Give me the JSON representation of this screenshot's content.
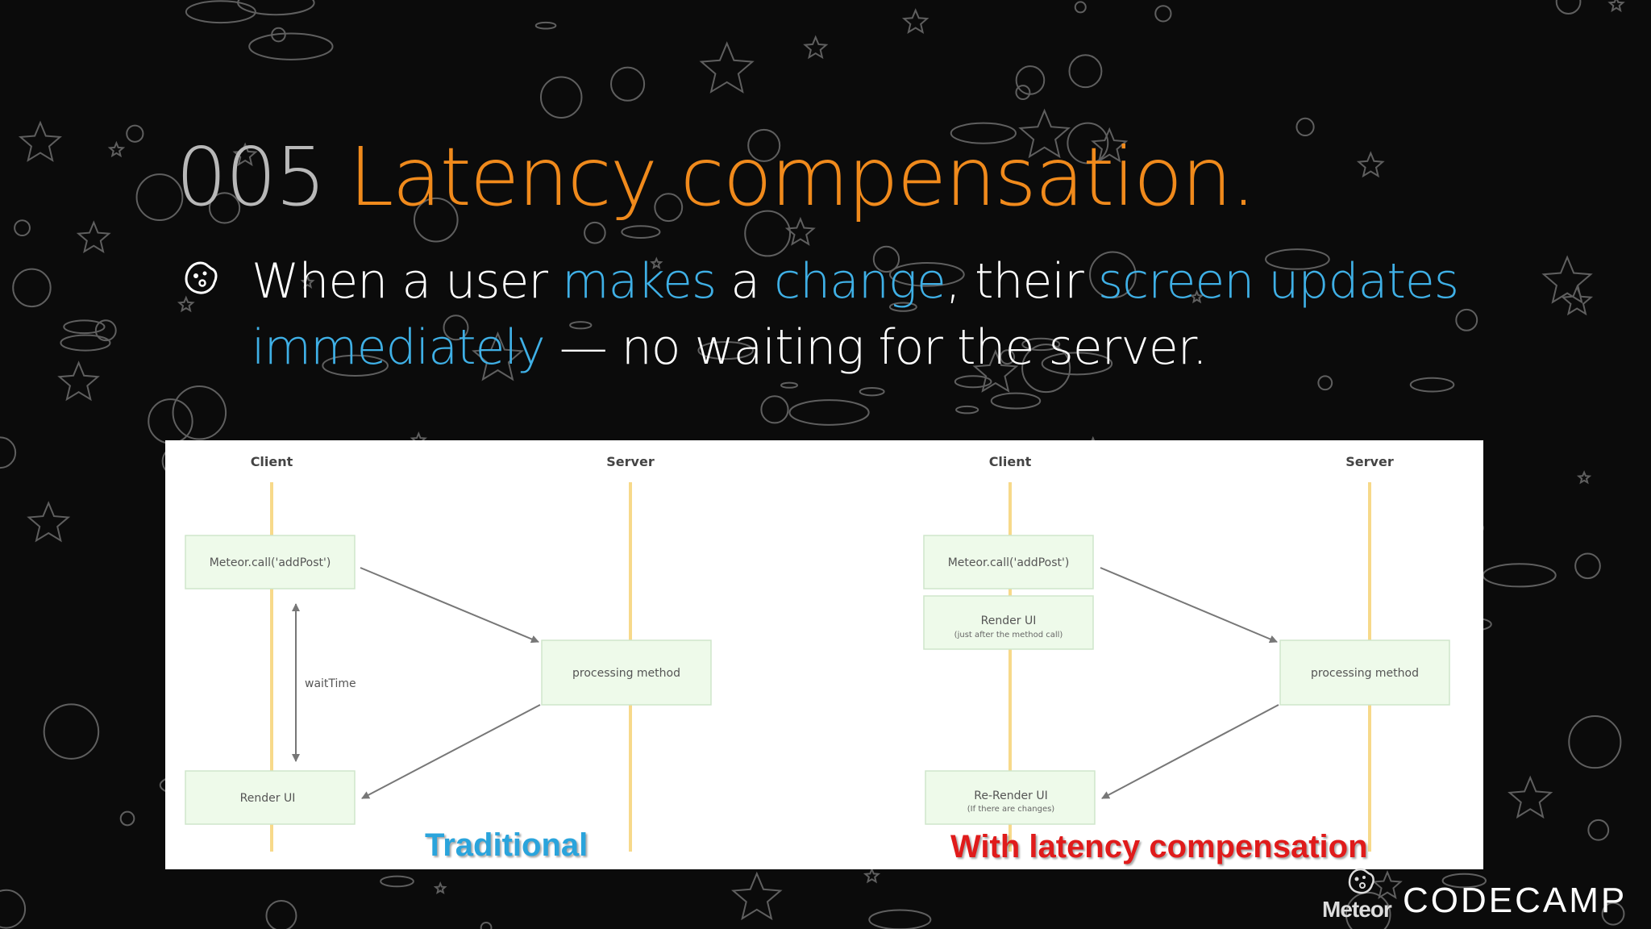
{
  "slide": {
    "title_number": "005",
    "title_text": "Latency compensation.",
    "bullet": {
      "segments": [
        {
          "text": "When a user ",
          "highlight": false
        },
        {
          "text": "makes",
          "highlight": true
        },
        {
          "text": " a ",
          "highlight": false
        },
        {
          "text": "change",
          "highlight": true
        },
        {
          "text": ", their ",
          "highlight": false
        },
        {
          "text": "screen updates immediately",
          "highlight": true
        },
        {
          "text": " — no waiting for the server.",
          "highlight": false
        }
      ]
    },
    "colors": {
      "background": "#0b0b0b",
      "title_number": "#b8b8b8",
      "title_accent": "#f08a1c",
      "highlight": "#3fb0e6",
      "lifeline": "#f7d98a",
      "box_fill": "#eefaea",
      "traditional_label": "#2aa4dc",
      "latency_label": "#e01b1b"
    }
  },
  "diagram": {
    "traditional": {
      "client_label": "Client",
      "server_label": "Server",
      "call_box": "Meteor.call('addPost')",
      "server_box": "processing method",
      "wait_label": "waitTime",
      "render_box": "Render UI",
      "caption": "Traditional"
    },
    "latency": {
      "client_label": "Client",
      "server_label": "Server",
      "call_box": "Meteor.call('addPost')",
      "render_box": "Render UI",
      "render_box_sub": "(just after the method call)",
      "server_box": "processing method",
      "rerender_box": "Re-Render UI",
      "rerender_box_sub": "(If there are changes)",
      "caption": "With latency compensation"
    }
  },
  "footer": {
    "meteor_label": "Meteor",
    "brand": "CODECAMP",
    "icons": [
      "meteor-logo-icon"
    ]
  }
}
